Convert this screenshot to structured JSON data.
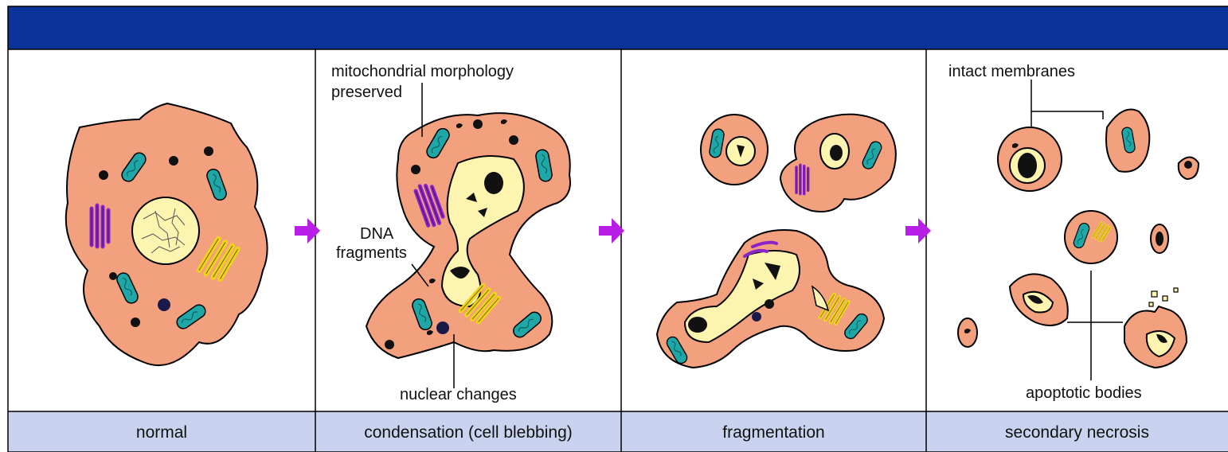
{
  "header": {
    "title": ""
  },
  "panels": [
    {
      "id": "normal",
      "label": "normal"
    },
    {
      "id": "condensation",
      "label": "condensation (cell blebbing)"
    },
    {
      "id": "fragmentation",
      "label": "fragmentation"
    },
    {
      "id": "secondary-necrosis",
      "label": "secondary necrosis"
    }
  ],
  "annotations": {
    "mitochondrial": "mitochondrial morphology",
    "preserved": "preserved",
    "dna": "DNA",
    "fragments": "fragments",
    "nuclear_changes": "nuclear changes",
    "intact_membranes": "intact membranes",
    "apoptotic_bodies": "apoptotic bodies"
  },
  "colors": {
    "title_bar": "#0b3399",
    "footer": "#c9d2ee",
    "cytoplasm": "#f3a07f",
    "nucleus": "#fdf4b0",
    "mitochondria": "#1fa6a6",
    "golgi": "#8a24c8",
    "er": "#f0d21c",
    "arrow": "#b81ee6"
  }
}
